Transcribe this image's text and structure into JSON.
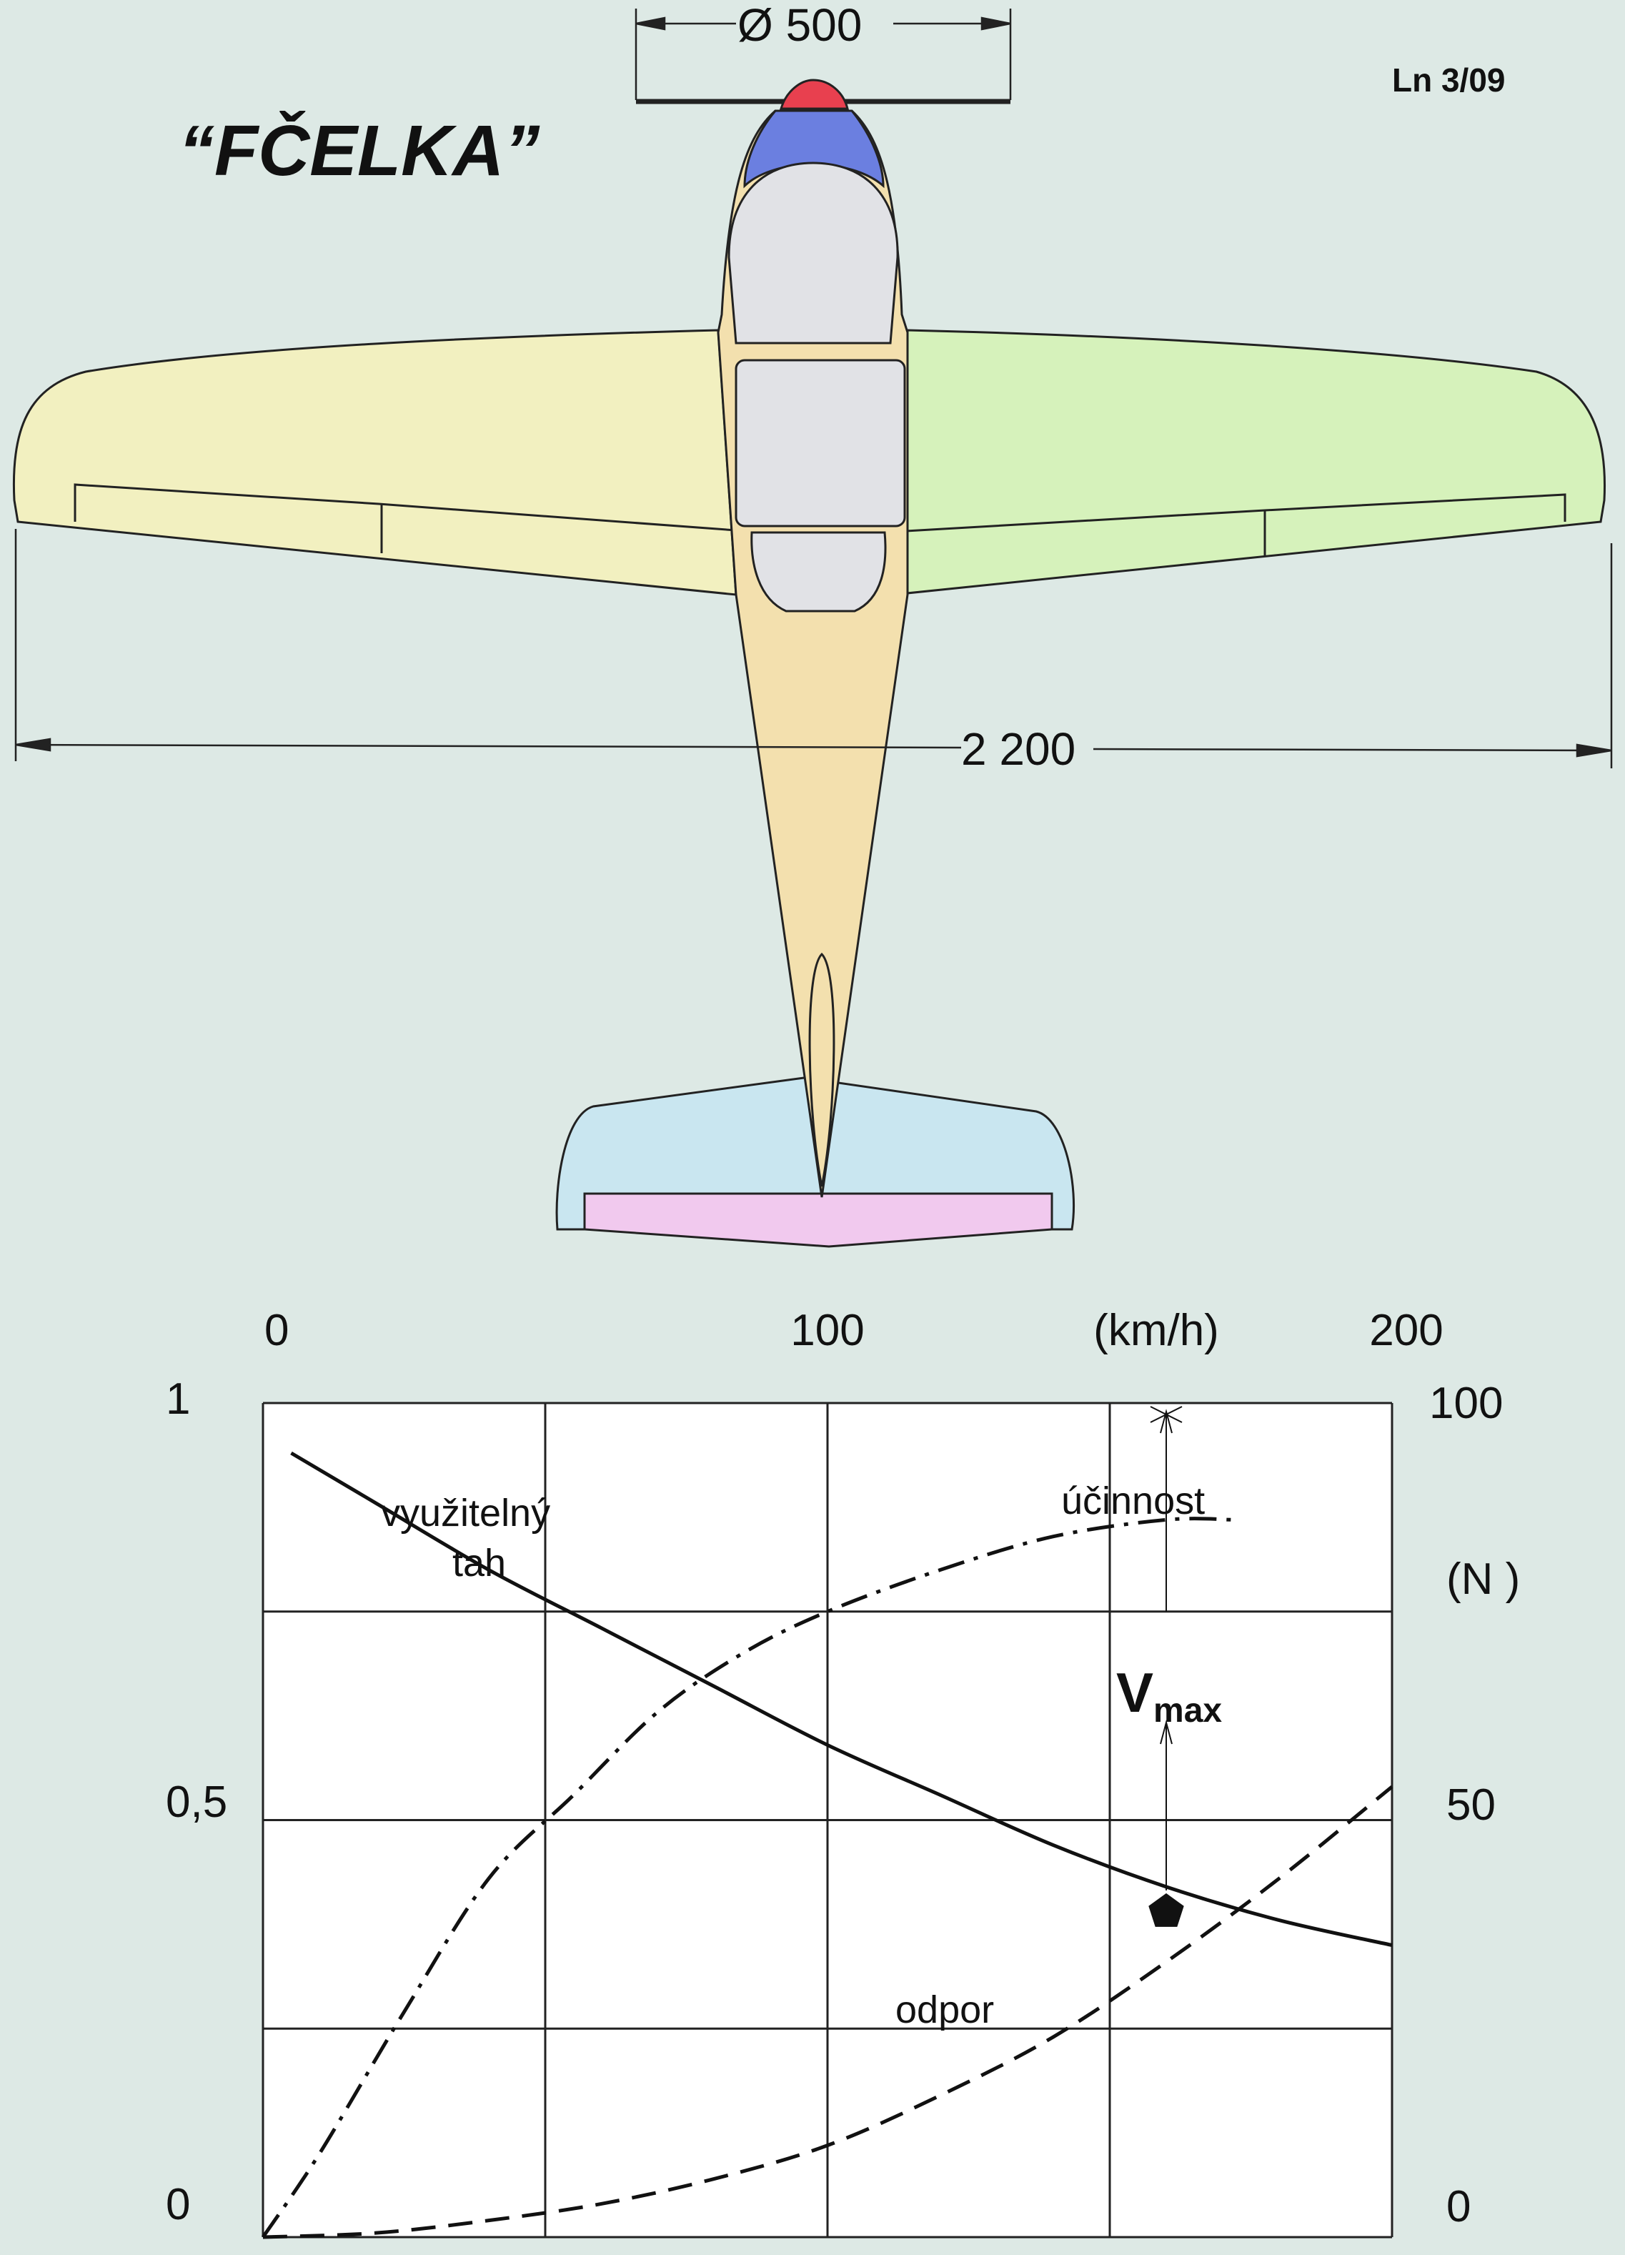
{
  "header": {
    "title": "“FČELKA”",
    "issue": "Ln 3/09"
  },
  "drawing": {
    "propeller_dim": "Ø 500",
    "wingspan_dim": "2 200",
    "colors": {
      "background": "#dde9e5",
      "spinner": "#e8404f",
      "cowling": "#6b7fe0",
      "canopy": "#e1e2e6",
      "fuselage": "#f3e0ae",
      "left_wing": "#f2f0c0",
      "right_wing": "#d6f2bb",
      "stabilizer": "#c9e6f0",
      "elevator": "#f1c9ee"
    }
  },
  "chart_data": {
    "type": "line",
    "x_top_ticks": [
      "0",
      "100",
      "200"
    ],
    "x_unit": "(km/h)",
    "xlim": [
      0,
      200
    ],
    "y_left_ticks": [
      "1",
      "0,5",
      "0"
    ],
    "y_left_lim": [
      0,
      1
    ],
    "y_right_ticks": [
      "100",
      "50",
      "0"
    ],
    "y_right_unit": "(N )",
    "y_right_lim": [
      0,
      100
    ],
    "grid": true,
    "series": [
      {
        "name": "využitelný tah",
        "axis": "right",
        "style": "solid",
        "x": [
          5,
          20,
          40,
          60,
          80,
          100,
          120,
          140,
          160,
          180,
          200
        ],
        "values": [
          94,
          88,
          80,
          73,
          66,
          59,
          53,
          47,
          42,
          38,
          35
        ]
      },
      {
        "name": "účinnost",
        "axis": "left",
        "style": "dash-dot",
        "x": [
          0,
          10,
          25,
          40,
          55,
          70,
          85,
          100,
          120,
          140,
          160,
          172
        ],
        "values": [
          0,
          0.1,
          0.27,
          0.43,
          0.53,
          0.63,
          0.7,
          0.75,
          0.8,
          0.84,
          0.86,
          0.86
        ]
      },
      {
        "name": "odpor",
        "axis": "right",
        "style": "dashed",
        "x": [
          0,
          20,
          40,
          60,
          80,
          100,
          120,
          140,
          160,
          180,
          200
        ],
        "values": [
          0,
          0.5,
          2,
          4,
          7,
          11,
          17,
          24,
          33,
          43,
          54
        ]
      }
    ],
    "annotations": {
      "vmax_label": "V",
      "vmax_sub": "max",
      "vmax_x": 160,
      "vmax_y_right": 39
    }
  }
}
